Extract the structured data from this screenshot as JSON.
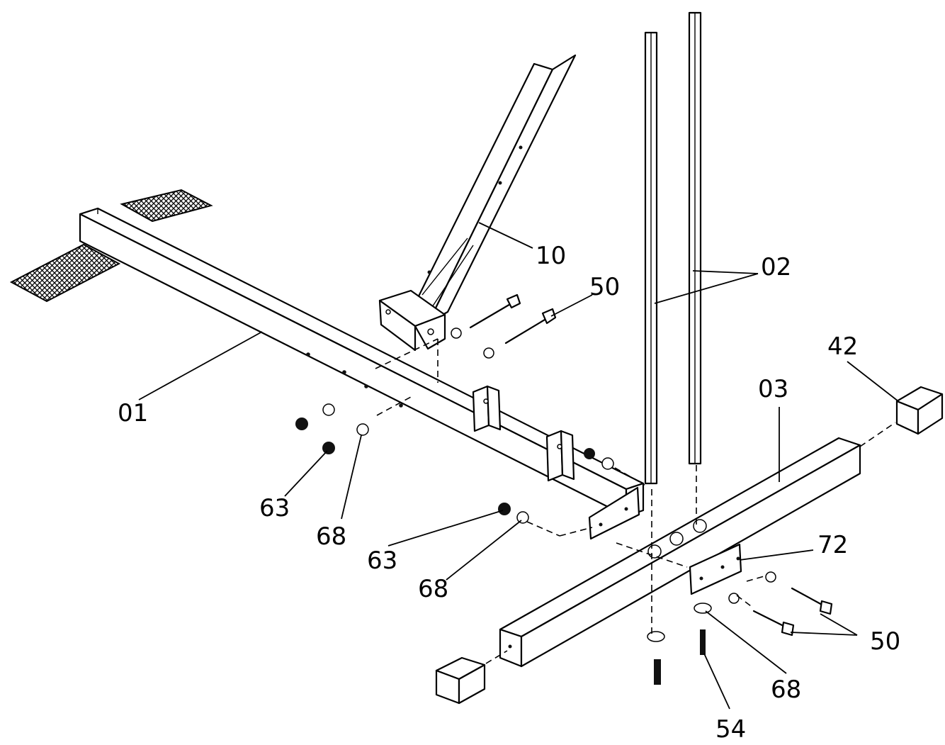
{
  "part_labels": {
    "p01": "01",
    "p02": "02",
    "p03": "03",
    "p10": "10",
    "p42": "42",
    "p50_top": "50",
    "p50_bottom": "50",
    "p54": "54",
    "p63_left": "63",
    "p63_mid": "63",
    "p68_left": "68",
    "p68_mid": "68",
    "p68_right": "68",
    "p72": "72"
  }
}
